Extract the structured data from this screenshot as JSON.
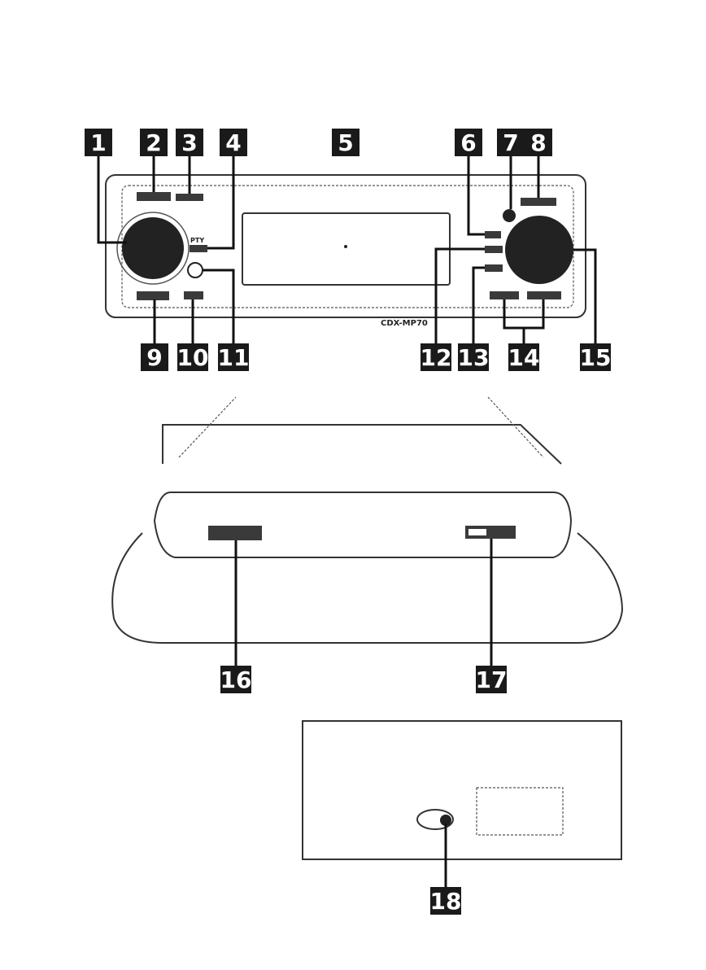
{
  "labels": {
    "model": "CDX-MP70",
    "pty": "PTY"
  },
  "callouts": [
    "1",
    "2",
    "3",
    "4",
    "5",
    "6",
    "7",
    "8",
    "9",
    "10",
    "11",
    "12",
    "13",
    "14",
    "15",
    "16",
    "17",
    "18"
  ]
}
